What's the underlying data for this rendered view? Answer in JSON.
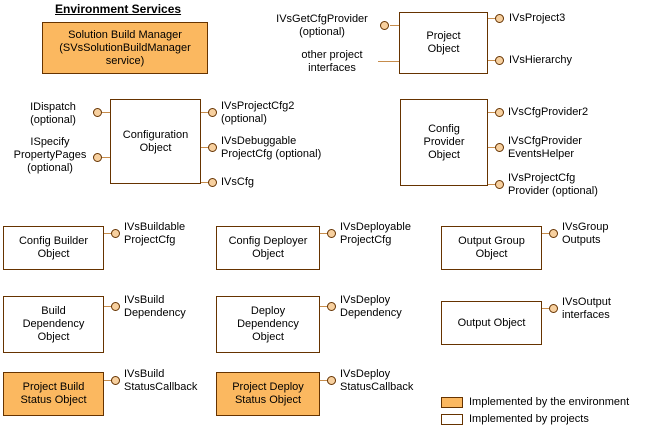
{
  "title": "Environment Services",
  "colors": {
    "environment_fill": "#FBB860",
    "box_border": "#663300",
    "connector_line": "#C68C4C",
    "lollipop_fill": "#F7D09F",
    "background": "#FFFFFF",
    "text": "#000000"
  },
  "boxes": {
    "solution_build_manager": "Solution Build Manager\n(SVsSolutionBuildManager\nservice)",
    "project_object": "Project\nObject",
    "configuration_object": "Configuration\nObject",
    "config_provider_object": "Config\nProvider\nObject",
    "config_builder_object": "Config Builder\nObject",
    "config_deployer_object": "Config Deployer\nObject",
    "output_group_object": "Output Group\nObject",
    "build_dependency_object": "Build\nDependency\nObject",
    "deploy_dependency_object": "Deploy\nDependency\nObject",
    "output_object": "Output Object",
    "project_build_status_object": "Project Build\nStatus Object",
    "project_deploy_status_object": "Project Deploy\nStatus Object"
  },
  "interfaces": {
    "ivs_get_cfg_provider": "IVsGetCfgProvider\n(optional)",
    "other_project_interfaces": "other project\ninterfaces",
    "ivs_project3": "IVsProject3",
    "ivs_hierarchy": "IVsHierarchy",
    "idispatch": "IDispatch\n(optional)",
    "ispecify_property_pages": "ISpecify\nPropertyPages\n(optional)",
    "ivs_project_cfg2": "IVsProjectCfg2\n(optional)",
    "ivs_debuggable_project_cfg": "IVsDebuggable\nProjectCfg (optional)",
    "ivs_cfg": "IVsCfg",
    "ivs_cfg_provider2": "IVsCfgProvider2",
    "ivs_cfg_provider_events_helper": "IVsCfgProvider\nEventsHelper",
    "ivs_project_cfg_provider": "IVsProjectCfg\nProvider (optional)",
    "ivs_buildable_project_cfg": "IVsBuildable\nProjectCfg",
    "ivs_deployable_project_cfg": "IVsDeployable\nProjectCfg",
    "ivs_group_outputs": "IVsGroup\nOutputs",
    "ivs_build_dependency": "IVsBuild\nDependency",
    "ivs_deploy_dependency": "IVsDeploy\nDependency",
    "ivs_output_interfaces": "IVsOutput\ninterfaces",
    "ivs_build_status_callback": "IVsBuild\nStatusCallback",
    "ivs_deploy_status_callback": "IVsDeploy\nStatusCallback"
  },
  "legend": {
    "environment": "Implemented by the environment",
    "projects": "Implemented by projects"
  }
}
